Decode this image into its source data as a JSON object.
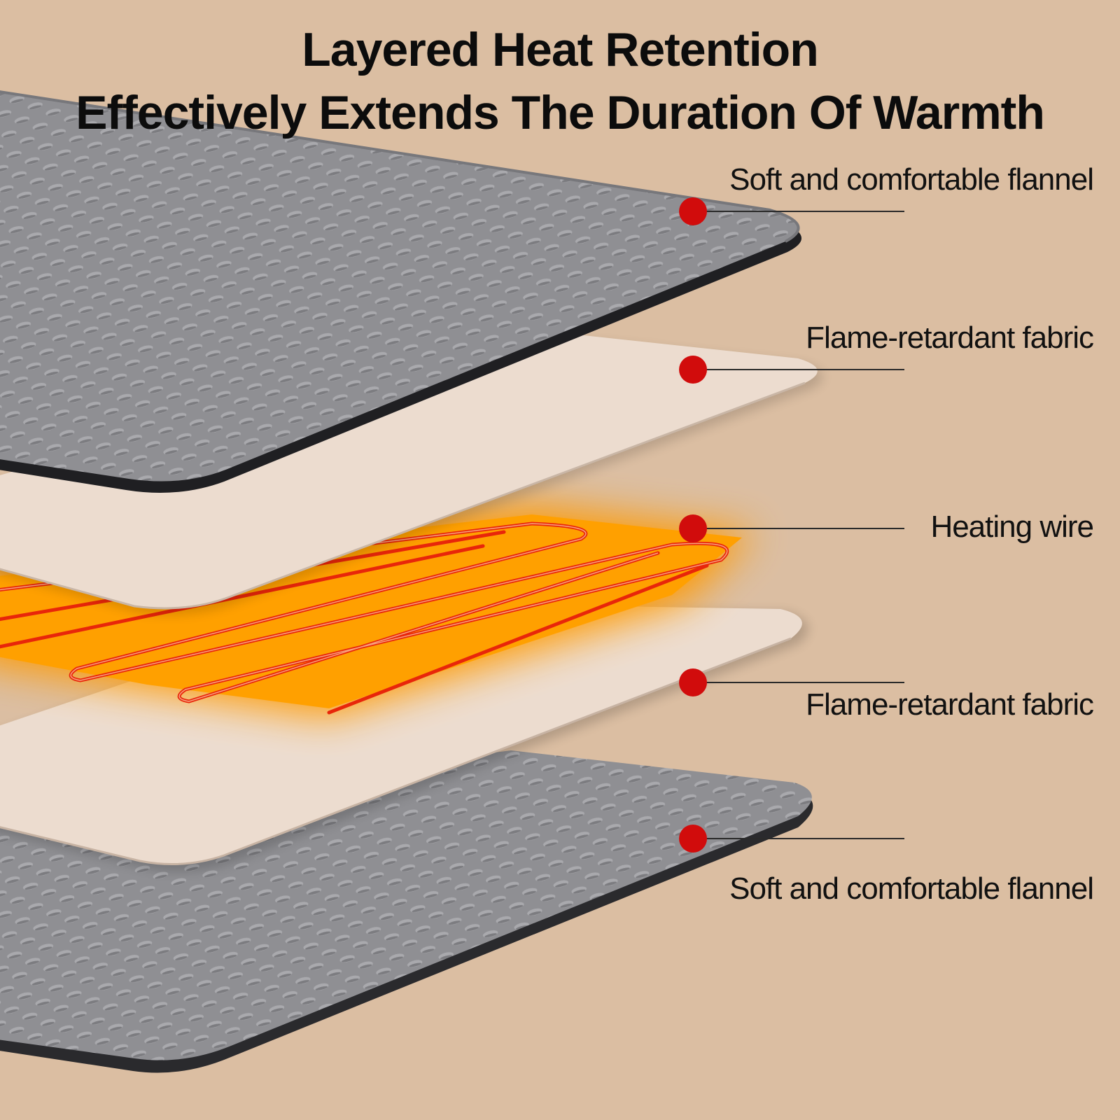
{
  "title": {
    "line1": "Layered Heat Retention",
    "line2": "Effectively Extends The Duration Of Warmth"
  },
  "layers": [
    {
      "label": "Soft and comfortable flannel"
    },
    {
      "label": "Flame-retardant fabric"
    },
    {
      "label": "Heating wire"
    },
    {
      "label": "Flame-retardant fabric"
    },
    {
      "label": "Soft and comfortable flannel"
    }
  ],
  "colors": {
    "background": "#dbbea2",
    "flannel": "#8f8f93",
    "fabric": "#ecdccf",
    "heat_glow": "#ff9a00",
    "wire": "#e8260a",
    "marker": "#d10c0c"
  }
}
